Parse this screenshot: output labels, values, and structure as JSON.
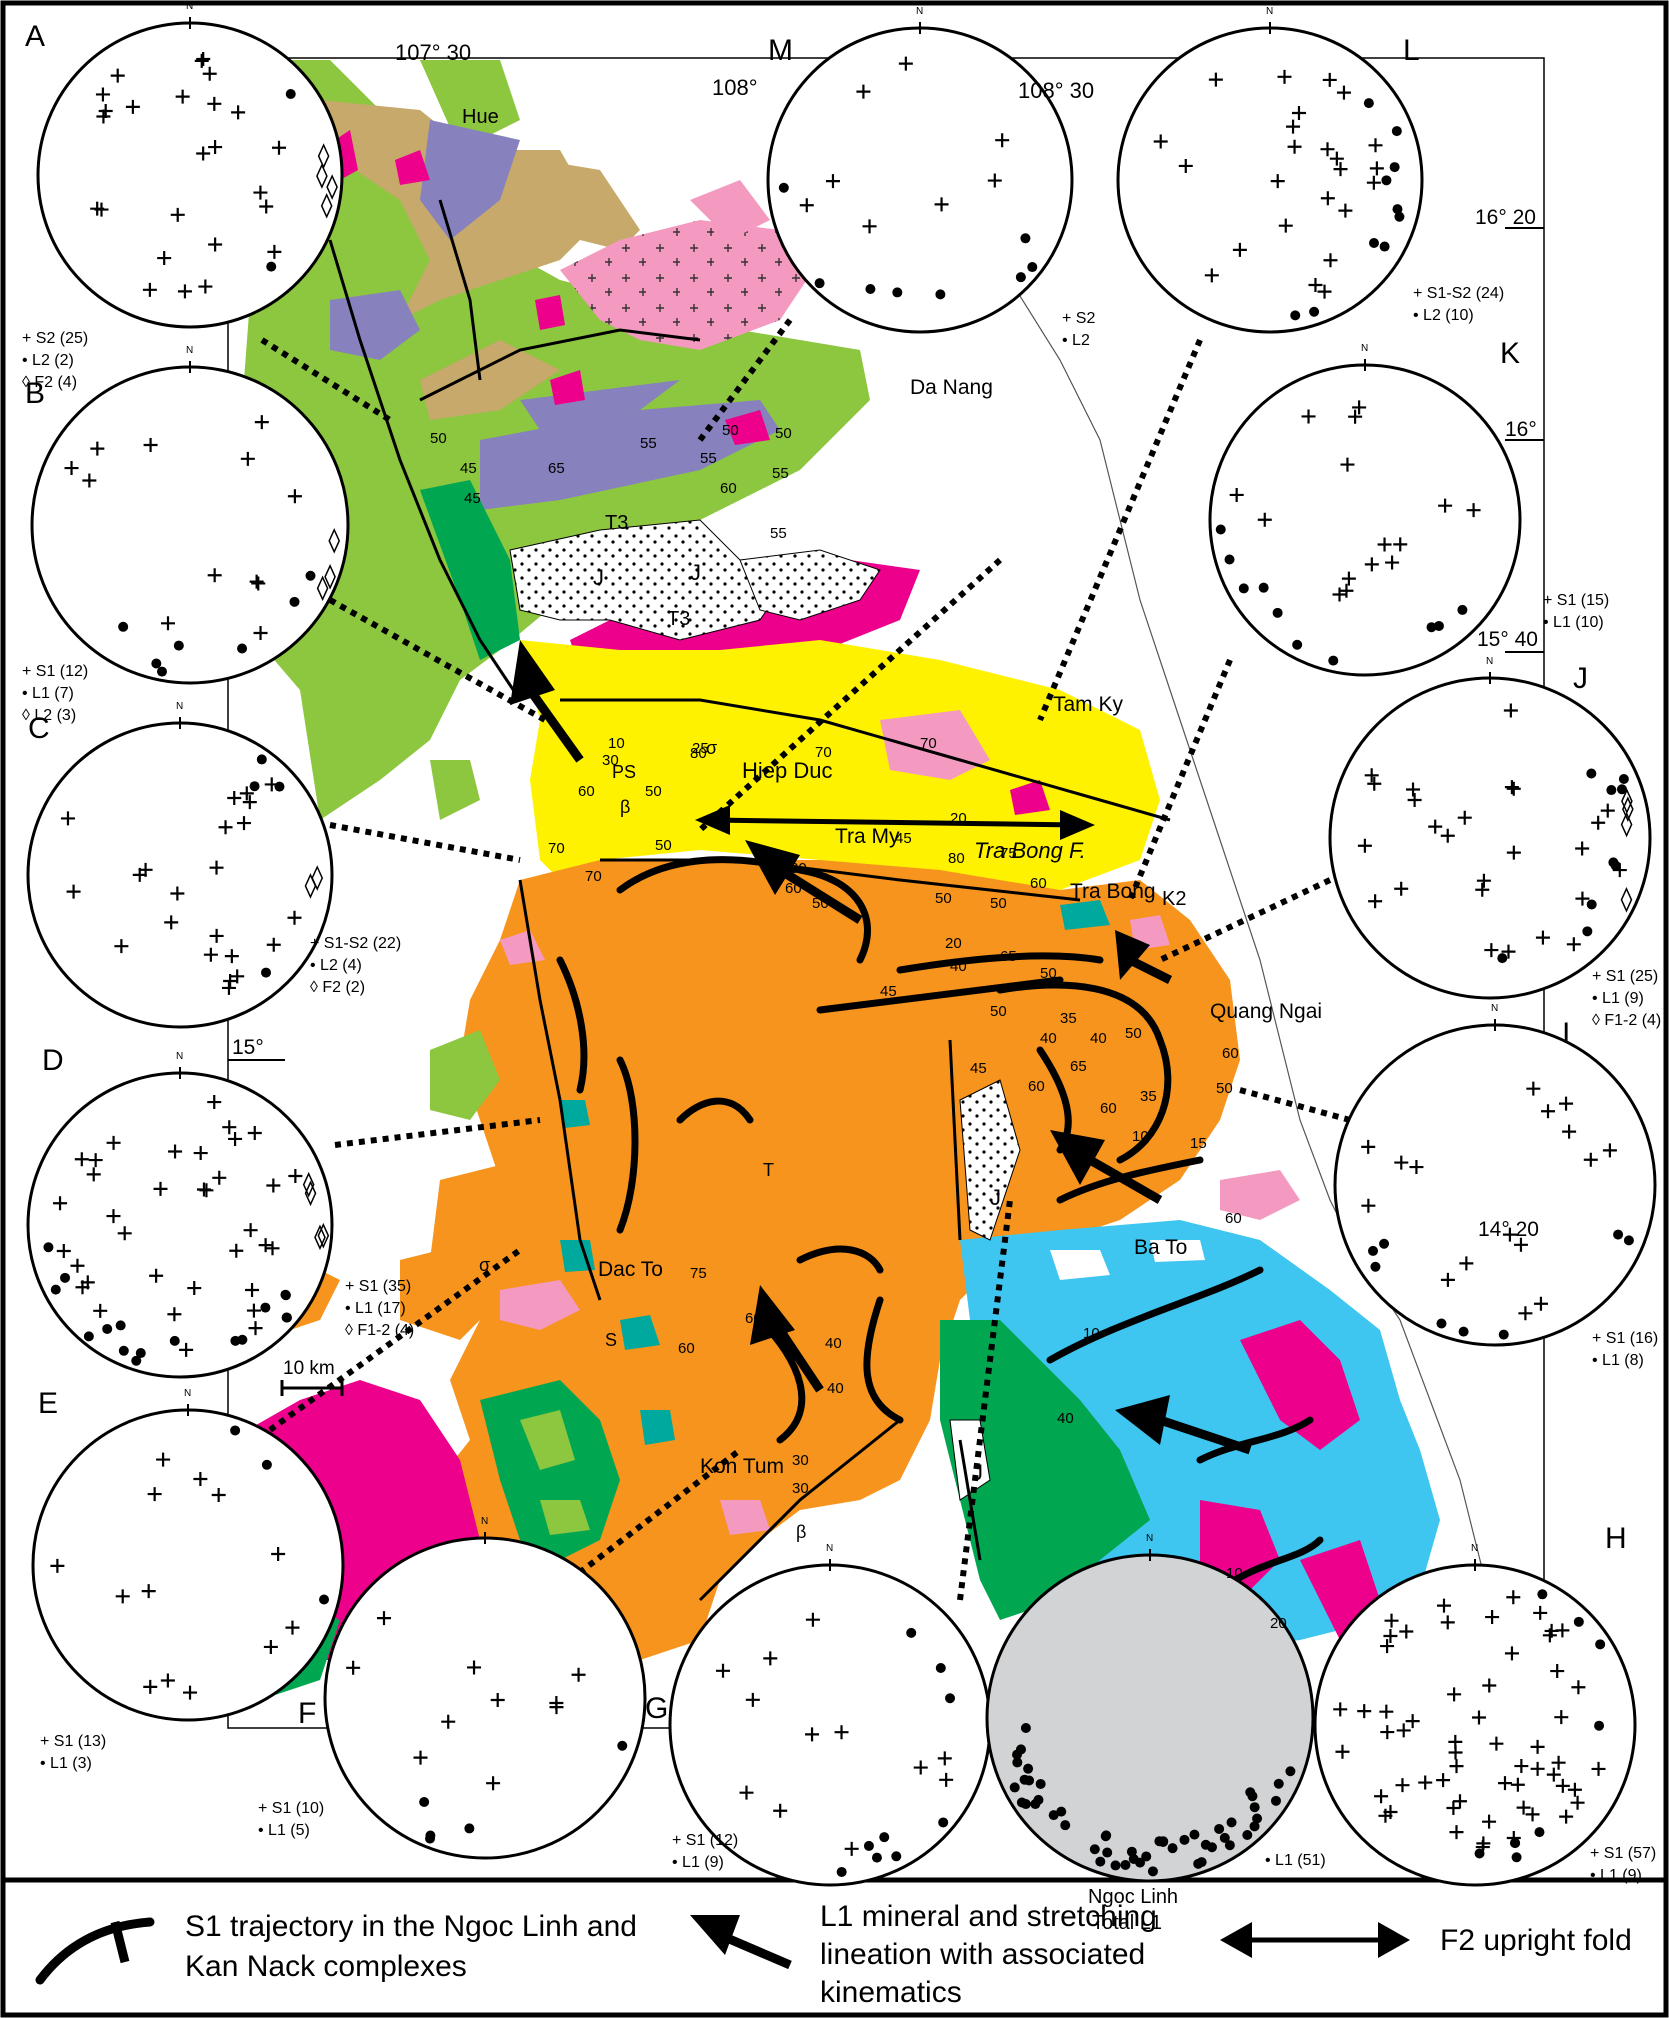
{
  "coords": {
    "lon_107_30": "107° 30",
    "lon_108": "108°",
    "lon_108_30": "108° 30",
    "lat_16_20": "16° 20",
    "lat_16": "16°",
    "lat_15_40": "15° 40",
    "lat_15": "15°",
    "lat_14_20": "14° 20"
  },
  "places": {
    "hue": "Hue",
    "da_nang": "Da Nang",
    "tam_ky": "Tam Ky",
    "hiep_duc": "Hiep Duc",
    "tra_my": "Tra My",
    "tra_bong_fault": "Tra Bong F.",
    "tra_bong": "Tra Bong",
    "quang_ngai": "Quang Ngai",
    "ba_to": "Ba To",
    "dac_to": "Dac To",
    "kon_tum": "Kon Tum"
  },
  "map_symbols": {
    "t3_a": "T3",
    "t3_b": "T3",
    "j_a": "J",
    "j_b": "J",
    "j_c": "J",
    "j_d": "J",
    "k2": "K2",
    "ps": "PS",
    "beta_a": "β",
    "beta_b": "β",
    "sigma_a": "σ",
    "sigma_b": "σ",
    "t_a": "T",
    "s_a": "S",
    "dips": [
      "50",
      "45",
      "45",
      "65",
      "55",
      "55",
      "50",
      "50",
      "55",
      "60",
      "55",
      "70",
      "25",
      "70",
      "80",
      "10",
      "30",
      "60",
      "50",
      "70",
      "50",
      "45",
      "80",
      "75",
      "20",
      "30",
      "60",
      "50",
      "50",
      "50",
      "60",
      "70",
      "20",
      "65",
      "40",
      "45",
      "50",
      "50",
      "35",
      "40",
      "40",
      "50",
      "45",
      "60",
      "65",
      "60",
      "35",
      "10",
      "15",
      "60",
      "60",
      "75",
      "60",
      "40",
      "40",
      "30",
      "30",
      "10",
      "40",
      "20",
      "10",
      "60",
      "50"
    ]
  },
  "scale_bar": "10 km",
  "north": "N",
  "stereonets": [
    {
      "id": "A",
      "legend": [
        {
          "sym": "+",
          "text": "S2 (25)"
        },
        {
          "sym": "•",
          "text": "L2 (2)"
        },
        {
          "sym": "◊",
          "text": "F2 (4)"
        }
      ]
    },
    {
      "id": "B",
      "legend": [
        {
          "sym": "+",
          "text": "S1 (12)"
        },
        {
          "sym": "•",
          "text": "L1 (7)"
        },
        {
          "sym": "◊",
          "text": "L2 (3)"
        }
      ]
    },
    {
      "id": "C",
      "legend": [
        {
          "sym": "+",
          "text": "S1-S2 (22)"
        },
        {
          "sym": "•",
          "text": "L2 (4)"
        },
        {
          "sym": "◊",
          "text": "F2 (2)"
        }
      ]
    },
    {
      "id": "D",
      "legend": [
        {
          "sym": "+",
          "text": "S1 (35)"
        },
        {
          "sym": "•",
          "text": "L1 (17)"
        },
        {
          "sym": "◊",
          "text": "F1-2 (4)"
        }
      ]
    },
    {
      "id": "E",
      "legend": [
        {
          "sym": "+",
          "text": "S1 (13)"
        },
        {
          "sym": "•",
          "text": "L1 (3)"
        }
      ]
    },
    {
      "id": "F",
      "legend": [
        {
          "sym": "+",
          "text": "S1 (10)"
        },
        {
          "sym": "•",
          "text": "L1 (5)"
        }
      ]
    },
    {
      "id": "G",
      "legend": [
        {
          "sym": "+",
          "text": "S1 (12)"
        },
        {
          "sym": "•",
          "text": "L1 (9)"
        }
      ]
    },
    {
      "id": "total",
      "legend": [
        {
          "sym": "•",
          "text": "L1 (51)"
        }
      ],
      "title_line1": "Ngoc Linh",
      "title_line2": "Total L1"
    },
    {
      "id": "H",
      "legend": [
        {
          "sym": "+",
          "text": "S1 (57)"
        },
        {
          "sym": "•",
          "text": "L1 (9)"
        }
      ]
    },
    {
      "id": "I",
      "legend": [
        {
          "sym": "+",
          "text": "S1 (16)"
        },
        {
          "sym": "•",
          "text": "L1 (8)"
        }
      ]
    },
    {
      "id": "J",
      "legend": [
        {
          "sym": "+",
          "text": "S1 (25)"
        },
        {
          "sym": "•",
          "text": "L1 (9)"
        },
        {
          "sym": "◊",
          "text": "F1-2 (4)"
        }
      ]
    },
    {
      "id": "K",
      "legend": [
        {
          "sym": "+",
          "text": "S1 (15)"
        },
        {
          "sym": "•",
          "text": "L1 (10)"
        }
      ]
    },
    {
      "id": "L",
      "legend": [
        {
          "sym": "+",
          "text": "S1-S2 (24)"
        },
        {
          "sym": "•",
          "text": "L2 (10)"
        }
      ]
    },
    {
      "id": "M",
      "legend": [
        {
          "sym": "+",
          "text": "S2"
        },
        {
          "sym": "•",
          "text": "L2"
        }
      ]
    }
  ],
  "legend": {
    "s1_trajectory": [
      "S1 trajectory in the Ngoc Linh and",
      "Kan Nack complexes"
    ],
    "l1_lineation": [
      "L1 mineral and stretching",
      "lineation with associated",
      "kinematics"
    ],
    "f2_fold": "F2 upright fold"
  },
  "colors": {
    "green": "#8dc63f",
    "dark_green": "#00a650",
    "orange": "#f7941d",
    "yellow": "#fff200",
    "magenta": "#ec008c",
    "pink": "#f49ac1",
    "purple": "#8781bd",
    "tan": "#c7a96b",
    "cyan": "#3fc6f0",
    "teal": "#00a99d",
    "gray": "#d1d3d4"
  }
}
